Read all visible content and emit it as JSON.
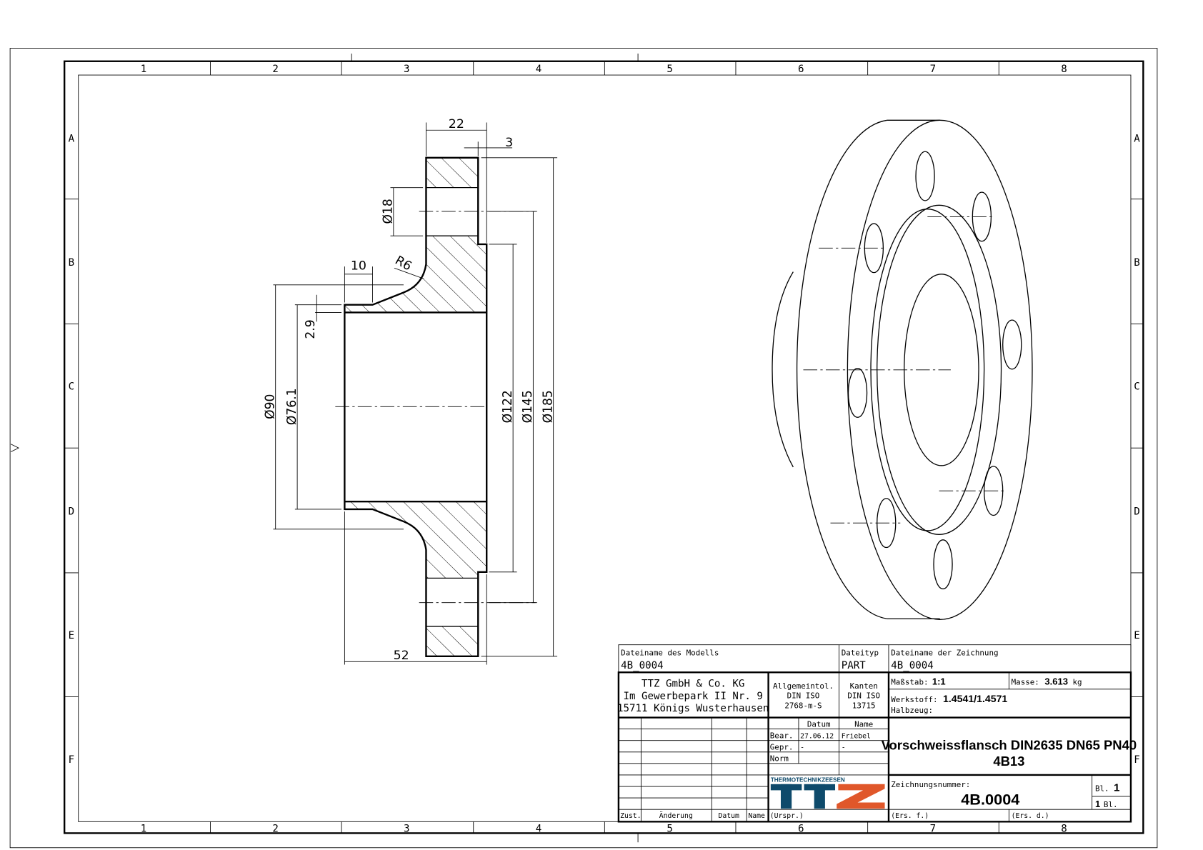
{
  "frame": {
    "columns": [
      "1",
      "2",
      "3",
      "4",
      "5",
      "6",
      "7",
      "8"
    ],
    "rows": [
      "A",
      "B",
      "C",
      "D",
      "E",
      "F"
    ]
  },
  "section_view": {
    "dimensions": {
      "d22": "22",
      "d3": "3",
      "d18": "Ø18",
      "d10": "10",
      "r6": "R6",
      "d2_9": "2.9",
      "d90": "Ø90",
      "d76_1": "Ø76.1",
      "d122": "Ø122",
      "d145": "Ø145",
      "d185": "Ø185",
      "d52": "52"
    }
  },
  "title_block": {
    "model_file_label": "Dateiname des Modells",
    "model_file": "4B_0004",
    "file_type_label": "Dateityp",
    "file_type": "PART",
    "drawing_file_label": "Dateiname der Zeichnung",
    "drawing_file": "4B_0004",
    "company": [
      "TTZ GmbH & Co. KG",
      "Im Gewerbepark II Nr. 9",
      "15711 Königs Wusterhausen"
    ],
    "general_tolerance": [
      "Allgemeintol.",
      "DIN ISO",
      "2768-m-S"
    ],
    "edges": [
      "Kanten",
      "DIN ISO",
      "13715"
    ],
    "scale_label": "Maßstab:",
    "scale": "1:1",
    "mass_label": "Masse:",
    "mass": "3.613",
    "mass_unit": "kg",
    "material_label": "Werkstoff:",
    "material": "1.4541/1.4571",
    "semi_finished_label": "Halbzeug:",
    "date_header": "Datum",
    "name_header": "Name",
    "approvals": [
      {
        "role": "Bear.",
        "date": "27.06.12",
        "name": "Friebel"
      },
      {
        "role": "Gepr.",
        "date": "-",
        "name": "-"
      },
      {
        "role": "Norm",
        "date": "",
        "name": ""
      }
    ],
    "title_line1": "Vorschweissflansch DIN2635 DN65 PN40",
    "title_line2": "4B13",
    "logo_text": "THERMOTECHNIKZEESEN",
    "logo_letters": "TTZ",
    "drawing_number_label": "Zeichnungsnummer:",
    "drawing_number": "4B.0004",
    "sheet_label": "Bl.",
    "sheet": "1",
    "sheets_total": "1",
    "sheets_label": "Bl.",
    "revision_headers": [
      "Zust.",
      "Änderung",
      "Datum",
      "Name"
    ],
    "origin_label": "(Urspr.)",
    "replaces_label": "(Ers. f.)",
    "replaced_by_label": "(Ers. d.)"
  },
  "colors": {
    "logo_blue": "#0e4a6b",
    "logo_orange": "#e0572a"
  }
}
